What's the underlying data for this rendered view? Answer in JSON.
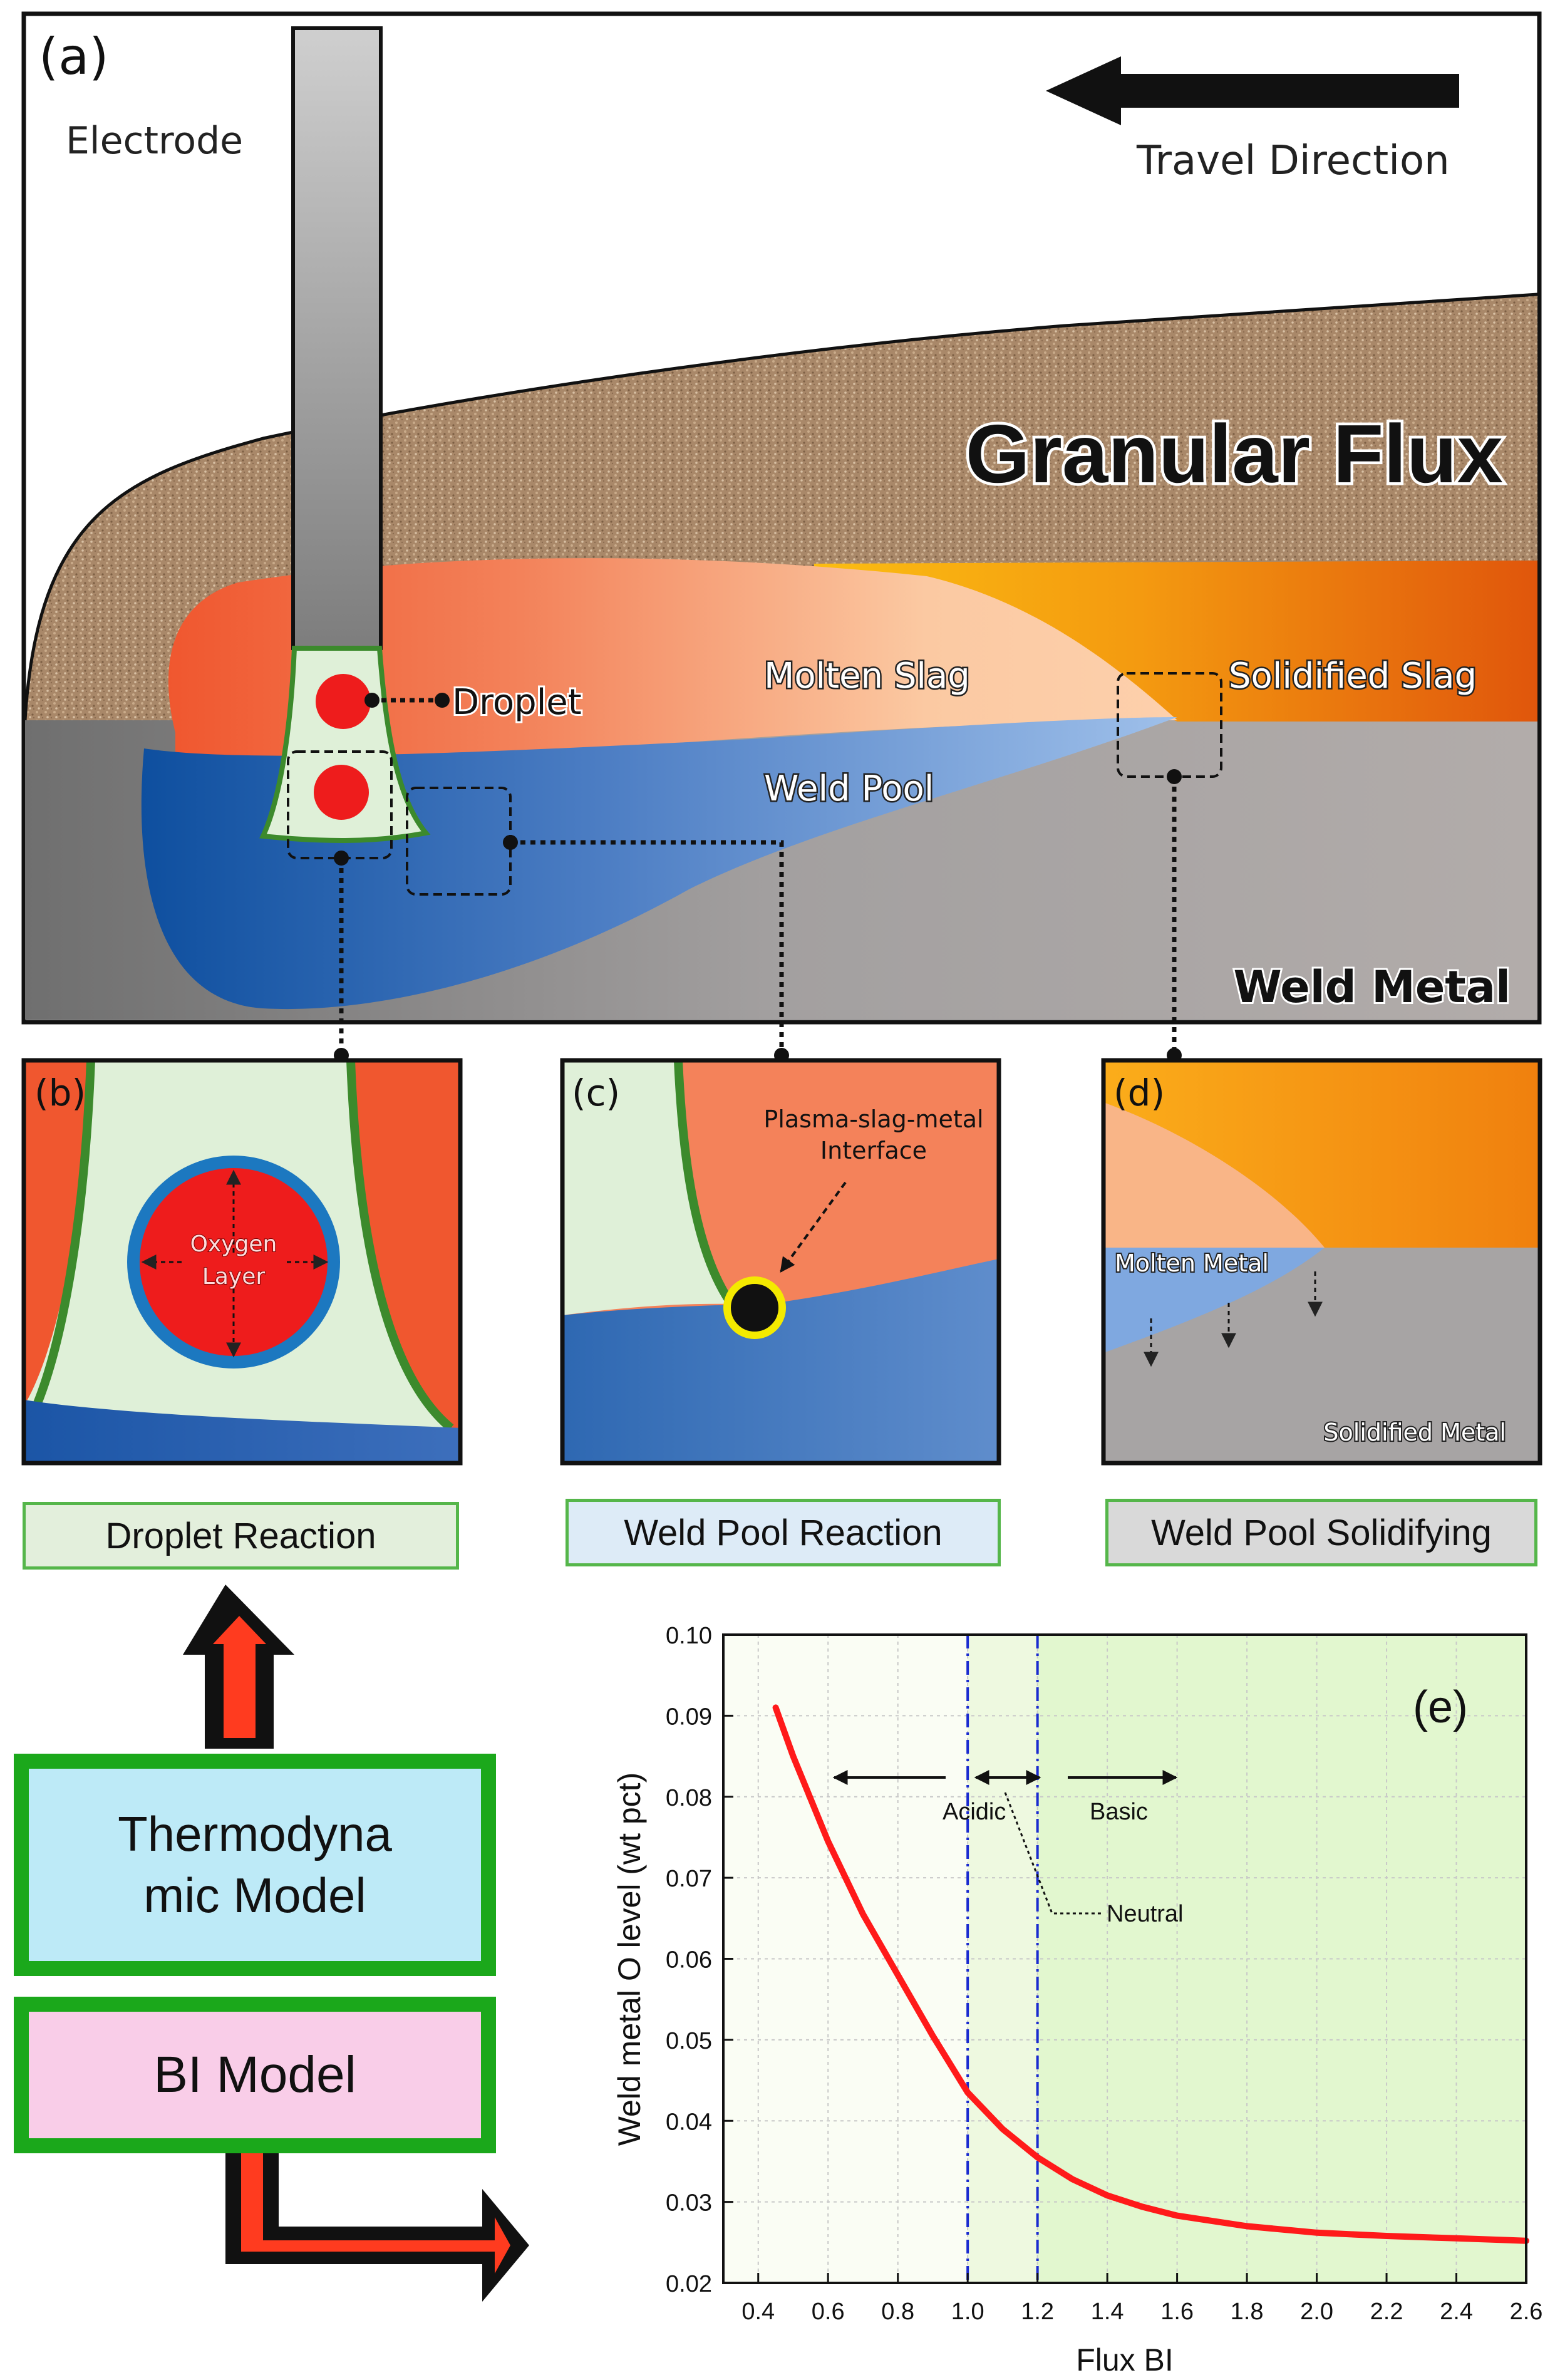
{
  "panel_a": {
    "tag": "(a)",
    "electrode": "Electrode",
    "travel_direction": "Travel Direction",
    "granular_flux": "Granular Flux",
    "droplet": "Droplet",
    "molten_slag": "Molten Slag",
    "solidified_slag": "Solidified Slag",
    "weld_pool": "Weld Pool",
    "weld_metal": "Weld Metal"
  },
  "panel_b": {
    "tag": "(b)",
    "oxygen_line1": "Oxygen",
    "oxygen_line2": "Layer"
  },
  "panel_c": {
    "tag": "(c)",
    "interface_line1": "Plasma-slag-metal",
    "interface_line2": "Interface"
  },
  "panel_d": {
    "tag": "(d)",
    "molten_metal": "Molten Metal",
    "solidified_metal": "Solidified Metal"
  },
  "reactions": {
    "droplet": "Droplet Reaction",
    "weld_pool": "Weld Pool Reaction",
    "solidifying": "Weld Pool Solidifying"
  },
  "models": {
    "thermo_line1": "Thermodyna",
    "thermo_line2": "mic Model",
    "bi": "BI Model"
  },
  "colors": {
    "slag_red": "#f0572f",
    "molten_slag_light": "#f9b080",
    "solid_slag_orange": "#f08a14",
    "weld_pool_dark": "#1f5fae",
    "weld_pool_light": "#87b0e3",
    "weld_metal": "#a6a2a0",
    "flux_brown": "#a98869",
    "curve_red": "#ff1a1a",
    "model_green": "#1ba81b"
  },
  "chart_data": {
    "type": "line",
    "panel_tag": "(e)",
    "xlabel": "Flux BI",
    "ylabel": "Weld metal O level (wt pct)",
    "xlim": [
      0.3,
      2.6
    ],
    "ylim": [
      0.02,
      0.1
    ],
    "xticks": [
      0.4,
      0.6,
      0.8,
      1.0,
      1.2,
      1.4,
      1.6,
      1.8,
      2.0,
      2.2,
      2.4,
      2.6
    ],
    "xtick_labels": [
      "0.4",
      "0.6",
      "0.8",
      "1.0",
      "1.2",
      "1.4",
      "1.6",
      "1.8",
      "2.0",
      "2.2",
      "2.4",
      "2.6"
    ],
    "yticks": [
      0.02,
      0.03,
      0.04,
      0.05,
      0.06,
      0.07,
      0.08,
      0.09,
      0.1
    ],
    "ytick_labels": [
      "0.02",
      "0.03",
      "0.04",
      "0.05",
      "0.06",
      "0.07",
      "0.08",
      "0.09",
      "0.10"
    ],
    "grid": true,
    "regions": [
      {
        "label": "Acidic",
        "from": 0.3,
        "to": 1.0
      },
      {
        "label": "Neutral",
        "from": 1.0,
        "to": 1.2
      },
      {
        "label": "Basic",
        "from": 1.2,
        "to": 2.6
      }
    ],
    "boundaries": [
      1.0,
      1.2
    ],
    "series": [
      {
        "x": [
          0.45,
          0.5,
          0.6,
          0.7,
          0.8,
          0.9,
          1.0,
          1.1,
          1.2,
          1.3,
          1.4,
          1.5,
          1.6,
          1.8,
          2.0,
          2.2,
          2.4,
          2.6
        ],
        "y": [
          0.091,
          0.085,
          0.0745,
          0.0655,
          0.058,
          0.0505,
          0.0435,
          0.039,
          0.0355,
          0.0328,
          0.0308,
          0.0294,
          0.0283,
          0.027,
          0.0262,
          0.0258,
          0.0255,
          0.0252
        ]
      }
    ]
  }
}
